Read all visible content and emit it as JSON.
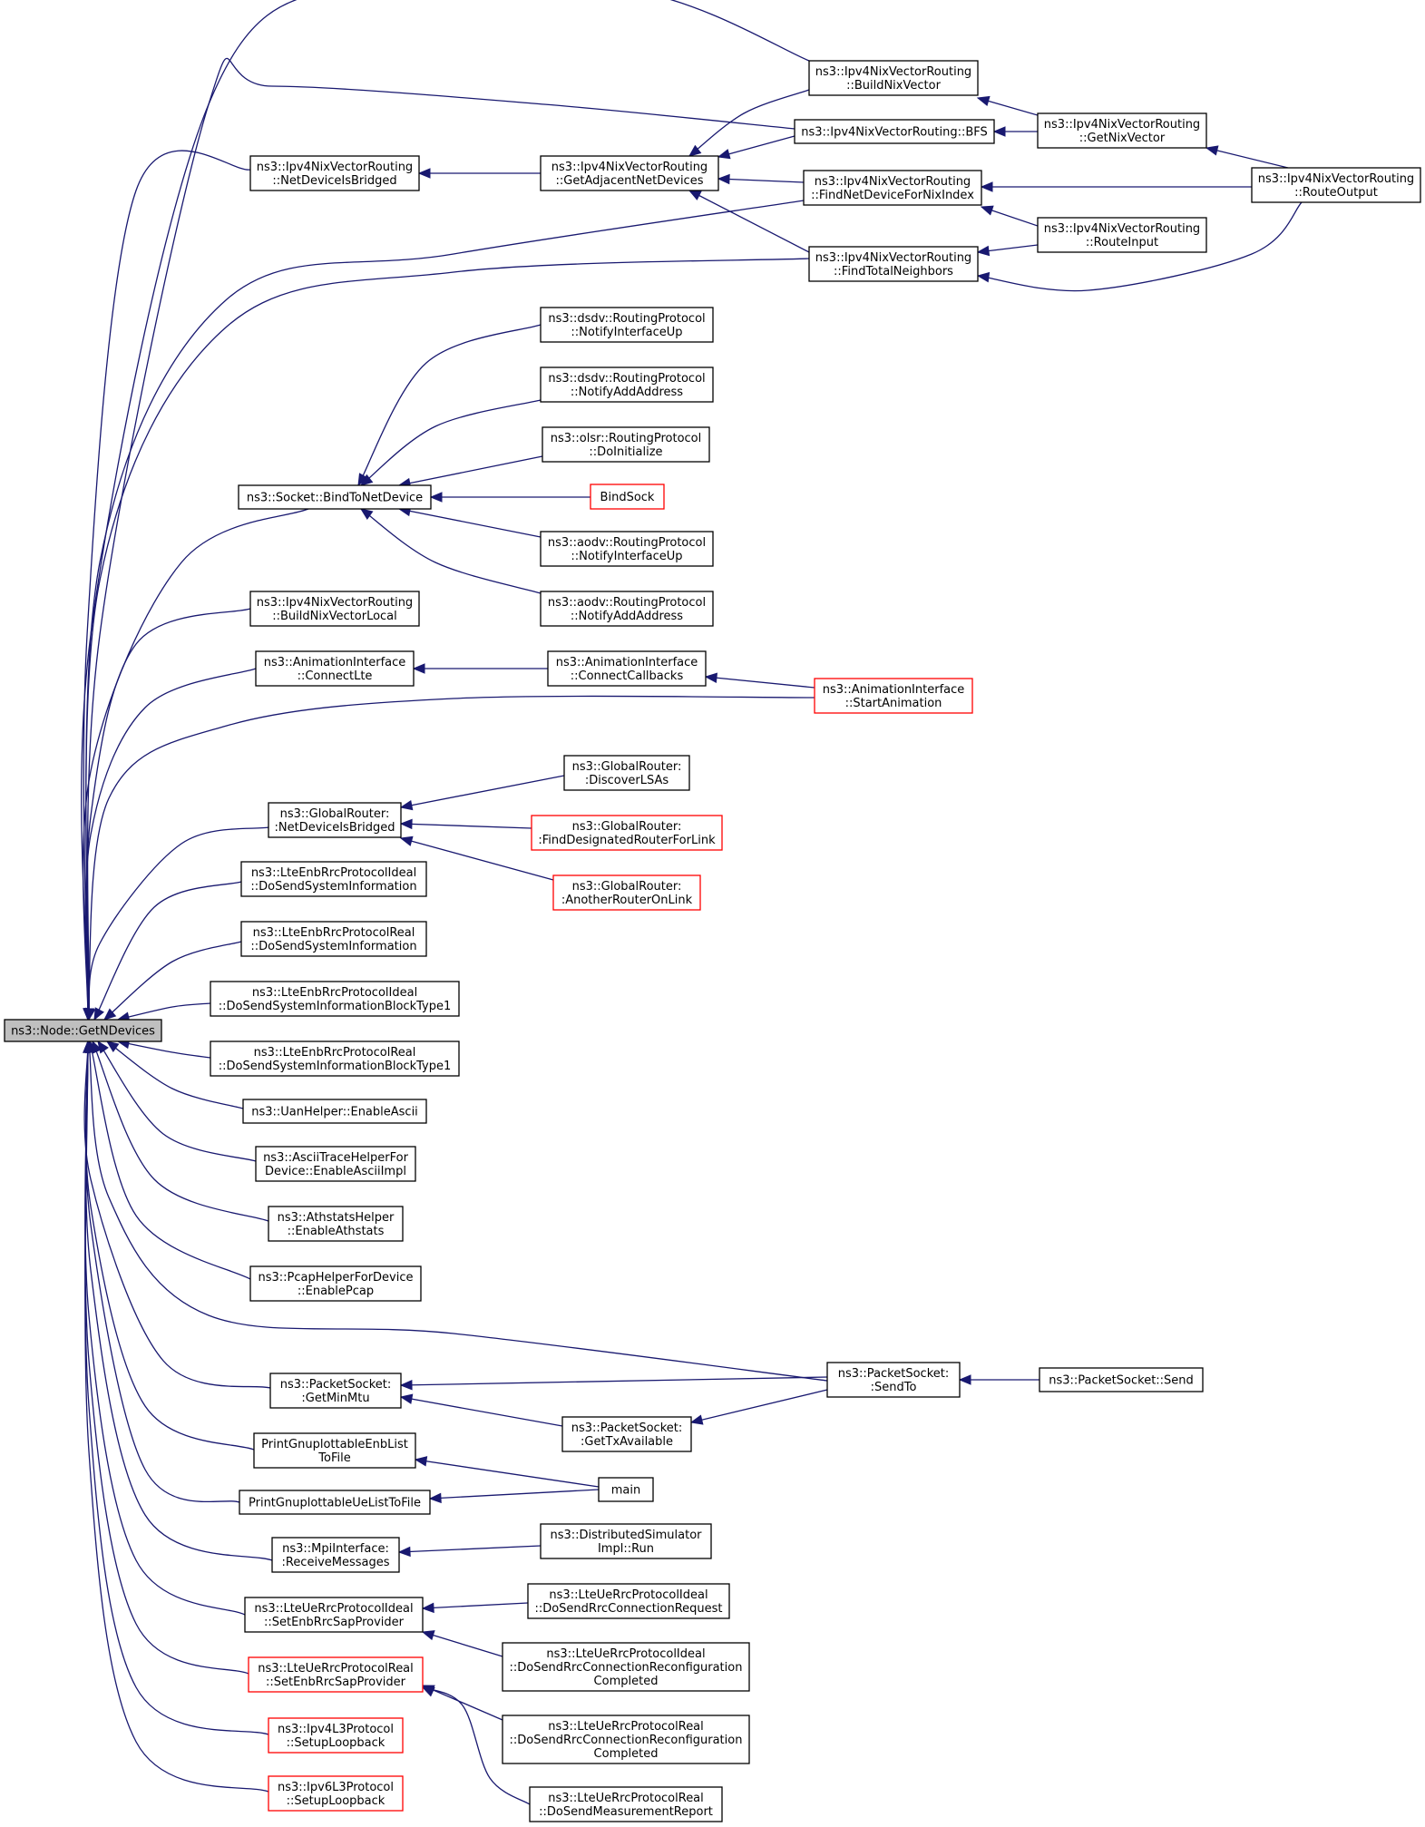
{
  "colors": {
    "edge": "#191970",
    "node_border": "#000000",
    "node_border_truncated": "#ff0000",
    "root_fill": "#bfbfbf",
    "background": "#ffffff"
  },
  "nodes": [
    {
      "id": "root",
      "lines": [
        "ns3::Node::GetNDevices"
      ],
      "style": "root"
    },
    {
      "id": "buildNixVector",
      "lines": [
        "ns3::Ipv4NixVectorRouting",
        "::BuildNixVector"
      ],
      "style": "normal"
    },
    {
      "id": "bfs",
      "lines": [
        "ns3::Ipv4NixVectorRouting::BFS"
      ],
      "style": "normal"
    },
    {
      "id": "getNixVector",
      "lines": [
        "ns3::Ipv4NixVectorRouting",
        "::GetNixVector"
      ],
      "style": "normal"
    },
    {
      "id": "routeOutput",
      "lines": [
        "ns3::Ipv4NixVectorRouting",
        "::RouteOutput"
      ],
      "style": "normal"
    },
    {
      "id": "netDeviceIsBridgedNix",
      "lines": [
        "ns3::Ipv4NixVectorRouting",
        "::NetDeviceIsBridged"
      ],
      "style": "normal"
    },
    {
      "id": "getAdjacentNetDevices",
      "lines": [
        "ns3::Ipv4NixVectorRouting",
        "::GetAdjacentNetDevices"
      ],
      "style": "normal"
    },
    {
      "id": "findNetDeviceForNixIndex",
      "lines": [
        "ns3::Ipv4NixVectorRouting",
        "::FindNetDeviceForNixIndex"
      ],
      "style": "normal"
    },
    {
      "id": "routeInput",
      "lines": [
        "ns3::Ipv4NixVectorRouting",
        "::RouteInput"
      ],
      "style": "normal"
    },
    {
      "id": "findTotalNeighbors",
      "lines": [
        "ns3::Ipv4NixVectorRouting",
        "::FindTotalNeighbors"
      ],
      "style": "normal"
    },
    {
      "id": "dsdvNotifyInterfaceUp",
      "lines": [
        "ns3::dsdv::RoutingProtocol",
        "::NotifyInterfaceUp"
      ],
      "style": "normal"
    },
    {
      "id": "dsdvNotifyAddAddress",
      "lines": [
        "ns3::dsdv::RoutingProtocol",
        "::NotifyAddAddress"
      ],
      "style": "normal"
    },
    {
      "id": "olsrDoInitialize",
      "lines": [
        "ns3::olsr::RoutingProtocol",
        "::DoInitialize"
      ],
      "style": "normal"
    },
    {
      "id": "socketBindToNetDevice",
      "lines": [
        "ns3::Socket::BindToNetDevice"
      ],
      "style": "normal"
    },
    {
      "id": "bindSock",
      "lines": [
        "BindSock"
      ],
      "style": "red"
    },
    {
      "id": "aodvNotifyInterfaceUp",
      "lines": [
        "ns3::aodv::RoutingProtocol",
        "::NotifyInterfaceUp"
      ],
      "style": "normal"
    },
    {
      "id": "aodvNotifyAddAddress",
      "lines": [
        "ns3::aodv::RoutingProtocol",
        "::NotifyAddAddress"
      ],
      "style": "normal"
    },
    {
      "id": "buildNixVectorLocal",
      "lines": [
        "ns3::Ipv4NixVectorRouting",
        "::BuildNixVectorLocal"
      ],
      "style": "normal"
    },
    {
      "id": "connectLte",
      "lines": [
        "ns3::AnimationInterface",
        "::ConnectLte"
      ],
      "style": "normal"
    },
    {
      "id": "connectCallbacks",
      "lines": [
        "ns3::AnimationInterface",
        "::ConnectCallbacks"
      ],
      "style": "normal"
    },
    {
      "id": "startAnimation",
      "lines": [
        "ns3::AnimationInterface",
        "::StartAnimation"
      ],
      "style": "red"
    },
    {
      "id": "discoverLSAs",
      "lines": [
        "ns3::GlobalRouter:",
        ":DiscoverLSAs"
      ],
      "style": "normal"
    },
    {
      "id": "grNetDeviceIsBridged",
      "lines": [
        "ns3::GlobalRouter:",
        ":NetDeviceIsBridged"
      ],
      "style": "normal"
    },
    {
      "id": "findDesignatedRouterForLink",
      "lines": [
        "ns3::GlobalRouter:",
        ":FindDesignatedRouterForLink"
      ],
      "style": "red"
    },
    {
      "id": "anotherRouterOnLink",
      "lines": [
        "ns3::GlobalRouter:",
        ":AnotherRouterOnLink"
      ],
      "style": "red"
    },
    {
      "id": "lteIdealSysInfo",
      "lines": [
        "ns3::LteEnbRrcProtocolIdeal",
        "::DoSendSystemInformation"
      ],
      "style": "normal"
    },
    {
      "id": "lteRealSysInfo",
      "lines": [
        "ns3::LteEnbRrcProtocolReal",
        "::DoSendSystemInformation"
      ],
      "style": "normal"
    },
    {
      "id": "lteIdealSib1",
      "lines": [
        "ns3::LteEnbRrcProtocolIdeal",
        "::DoSendSystemInformationBlockType1"
      ],
      "style": "normal"
    },
    {
      "id": "lteRealSib1",
      "lines": [
        "ns3::LteEnbRrcProtocolReal",
        "::DoSendSystemInformationBlockType1"
      ],
      "style": "normal"
    },
    {
      "id": "uanEnableAscii",
      "lines": [
        "ns3::UanHelper::EnableAscii"
      ],
      "style": "normal"
    },
    {
      "id": "asciiTraceEnableAsciiImpl",
      "lines": [
        "ns3::AsciiTraceHelperFor",
        "Device::EnableAsciiImpl"
      ],
      "style": "normal"
    },
    {
      "id": "athstatsEnable",
      "lines": [
        "ns3::AthstatsHelper",
        "::EnableAthstats"
      ],
      "style": "normal"
    },
    {
      "id": "pcapEnable",
      "lines": [
        "ns3::PcapHelperForDevice",
        "::EnablePcap"
      ],
      "style": "normal"
    },
    {
      "id": "packetSocketSendTo",
      "lines": [
        "ns3::PacketSocket:",
        ":SendTo"
      ],
      "style": "normal"
    },
    {
      "id": "packetSocketSend",
      "lines": [
        "ns3::PacketSocket::Send"
      ],
      "style": "normal"
    },
    {
      "id": "packetSocketGetMinMtu",
      "lines": [
        "ns3::PacketSocket:",
        ":GetMinMtu"
      ],
      "style": "normal"
    },
    {
      "id": "packetSocketGetTxAvailable",
      "lines": [
        "ns3::PacketSocket:",
        ":GetTxAvailable"
      ],
      "style": "normal"
    },
    {
      "id": "printEnbList",
      "lines": [
        "PrintGnuplottableEnbList",
        "ToFile"
      ],
      "style": "normal"
    },
    {
      "id": "main",
      "lines": [
        "main"
      ],
      "style": "normal"
    },
    {
      "id": "printUeList",
      "lines": [
        "PrintGnuplottableUeListToFile"
      ],
      "style": "normal"
    },
    {
      "id": "mpiReceiveMessages",
      "lines": [
        "ns3::MpiInterface:",
        ":ReceiveMessages"
      ],
      "style": "normal"
    },
    {
      "id": "distributedSimRun",
      "lines": [
        "ns3::DistributedSimulator",
        "Impl::Run"
      ],
      "style": "normal"
    },
    {
      "id": "lteUeIdealSetEnb",
      "lines": [
        "ns3::LteUeRrcProtocolIdeal",
        "::SetEnbRrcSapProvider"
      ],
      "style": "normal"
    },
    {
      "id": "lteUeIdealConnReq",
      "lines": [
        "ns3::LteUeRrcProtocolIdeal",
        "::DoSendRrcConnectionRequest"
      ],
      "style": "normal"
    },
    {
      "id": "lteUeIdealReconfCompleted",
      "lines": [
        "ns3::LteUeRrcProtocolIdeal",
        "::DoSendRrcConnectionReconfiguration",
        "Completed"
      ],
      "style": "normal"
    },
    {
      "id": "lteUeRealSetEnb",
      "lines": [
        "ns3::LteUeRrcProtocolReal",
        "::SetEnbRrcSapProvider"
      ],
      "style": "red"
    },
    {
      "id": "lteUeRealReconfCompleted",
      "lines": [
        "ns3::LteUeRrcProtocolReal",
        "::DoSendRrcConnectionReconfiguration",
        "Completed"
      ],
      "style": "normal"
    },
    {
      "id": "lteUeRealMeasReport",
      "lines": [
        "ns3::LteUeRrcProtocolReal",
        "::DoSendMeasurementReport"
      ],
      "style": "normal"
    },
    {
      "id": "ipv4SetupLoopback",
      "lines": [
        "ns3::Ipv4L3Protocol",
        "::SetupLoopback"
      ],
      "style": "red"
    },
    {
      "id": "ipv6SetupLoopback",
      "lines": [
        "ns3::Ipv6L3Protocol",
        "::SetupLoopback"
      ],
      "style": "red"
    }
  ],
  "edges": [
    {
      "from": "buildNixVector",
      "to": "root"
    },
    {
      "from": "bfs",
      "to": "root"
    },
    {
      "from": "netDeviceIsBridgedNix",
      "to": "root"
    },
    {
      "from": "findNetDeviceForNixIndex",
      "to": "root"
    },
    {
      "from": "findTotalNeighbors",
      "to": "root"
    },
    {
      "from": "socketBindToNetDevice",
      "to": "root"
    },
    {
      "from": "buildNixVectorLocal",
      "to": "root"
    },
    {
      "from": "connectLte",
      "to": "root"
    },
    {
      "from": "startAnimation",
      "to": "root"
    },
    {
      "from": "grNetDeviceIsBridged",
      "to": "root"
    },
    {
      "from": "lteIdealSysInfo",
      "to": "root"
    },
    {
      "from": "lteRealSysInfo",
      "to": "root"
    },
    {
      "from": "lteIdealSib1",
      "to": "root"
    },
    {
      "from": "lteRealSib1",
      "to": "root"
    },
    {
      "from": "uanEnableAscii",
      "to": "root"
    },
    {
      "from": "asciiTraceEnableAsciiImpl",
      "to": "root"
    },
    {
      "from": "athstatsEnable",
      "to": "root"
    },
    {
      "from": "pcapEnable",
      "to": "root"
    },
    {
      "from": "packetSocketSendTo",
      "to": "root"
    },
    {
      "from": "packetSocketGetMinMtu",
      "to": "root"
    },
    {
      "from": "printEnbList",
      "to": "root"
    },
    {
      "from": "printUeList",
      "to": "root"
    },
    {
      "from": "mpiReceiveMessages",
      "to": "root"
    },
    {
      "from": "lteUeIdealSetEnb",
      "to": "root"
    },
    {
      "from": "lteUeRealSetEnb",
      "to": "root"
    },
    {
      "from": "ipv4SetupLoopback",
      "to": "root"
    },
    {
      "from": "ipv6SetupLoopback",
      "to": "root"
    },
    {
      "from": "getAdjacentNetDevices",
      "to": "netDeviceIsBridgedNix"
    },
    {
      "from": "buildNixVector",
      "to": "getAdjacentNetDevices"
    },
    {
      "from": "bfs",
      "to": "getAdjacentNetDevices"
    },
    {
      "from": "findNetDeviceForNixIndex",
      "to": "getAdjacentNetDevices"
    },
    {
      "from": "findTotalNeighbors",
      "to": "getAdjacentNetDevices"
    },
    {
      "from": "getNixVector",
      "to": "buildNixVector"
    },
    {
      "from": "getNixVector",
      "to": "bfs"
    },
    {
      "from": "routeOutput",
      "to": "getNixVector"
    },
    {
      "from": "routeOutput",
      "to": "findNetDeviceForNixIndex"
    },
    {
      "from": "routeOutput",
      "to": "findTotalNeighbors"
    },
    {
      "from": "routeInput",
      "to": "findNetDeviceForNixIndex"
    },
    {
      "from": "routeInput",
      "to": "findTotalNeighbors"
    },
    {
      "from": "dsdvNotifyInterfaceUp",
      "to": "socketBindToNetDevice"
    },
    {
      "from": "dsdvNotifyAddAddress",
      "to": "socketBindToNetDevice"
    },
    {
      "from": "olsrDoInitialize",
      "to": "socketBindToNetDevice"
    },
    {
      "from": "bindSock",
      "to": "socketBindToNetDevice"
    },
    {
      "from": "aodvNotifyInterfaceUp",
      "to": "socketBindToNetDevice"
    },
    {
      "from": "aodvNotifyAddAddress",
      "to": "socketBindToNetDevice"
    },
    {
      "from": "connectCallbacks",
      "to": "connectLte"
    },
    {
      "from": "startAnimation",
      "to": "connectCallbacks"
    },
    {
      "from": "discoverLSAs",
      "to": "grNetDeviceIsBridged"
    },
    {
      "from": "findDesignatedRouterForLink",
      "to": "grNetDeviceIsBridged"
    },
    {
      "from": "anotherRouterOnLink",
      "to": "grNetDeviceIsBridged"
    },
    {
      "from": "packetSocketSend",
      "to": "packetSocketSendTo"
    },
    {
      "from": "packetSocketSendTo",
      "to": "packetSocketGetMinMtu"
    },
    {
      "from": "packetSocketGetTxAvailable",
      "to": "packetSocketGetMinMtu"
    },
    {
      "from": "packetSocketSendTo",
      "to": "packetSocketGetTxAvailable"
    },
    {
      "from": "main",
      "to": "printEnbList"
    },
    {
      "from": "main",
      "to": "printUeList"
    },
    {
      "from": "distributedSimRun",
      "to": "mpiReceiveMessages"
    },
    {
      "from": "lteUeIdealConnReq",
      "to": "lteUeIdealSetEnb"
    },
    {
      "from": "lteUeIdealReconfCompleted",
      "to": "lteUeIdealSetEnb"
    },
    {
      "from": "lteUeRealReconfCompleted",
      "to": "lteUeRealSetEnb"
    },
    {
      "from": "lteUeRealMeasReport",
      "to": "lteUeRealSetEnb"
    }
  ]
}
